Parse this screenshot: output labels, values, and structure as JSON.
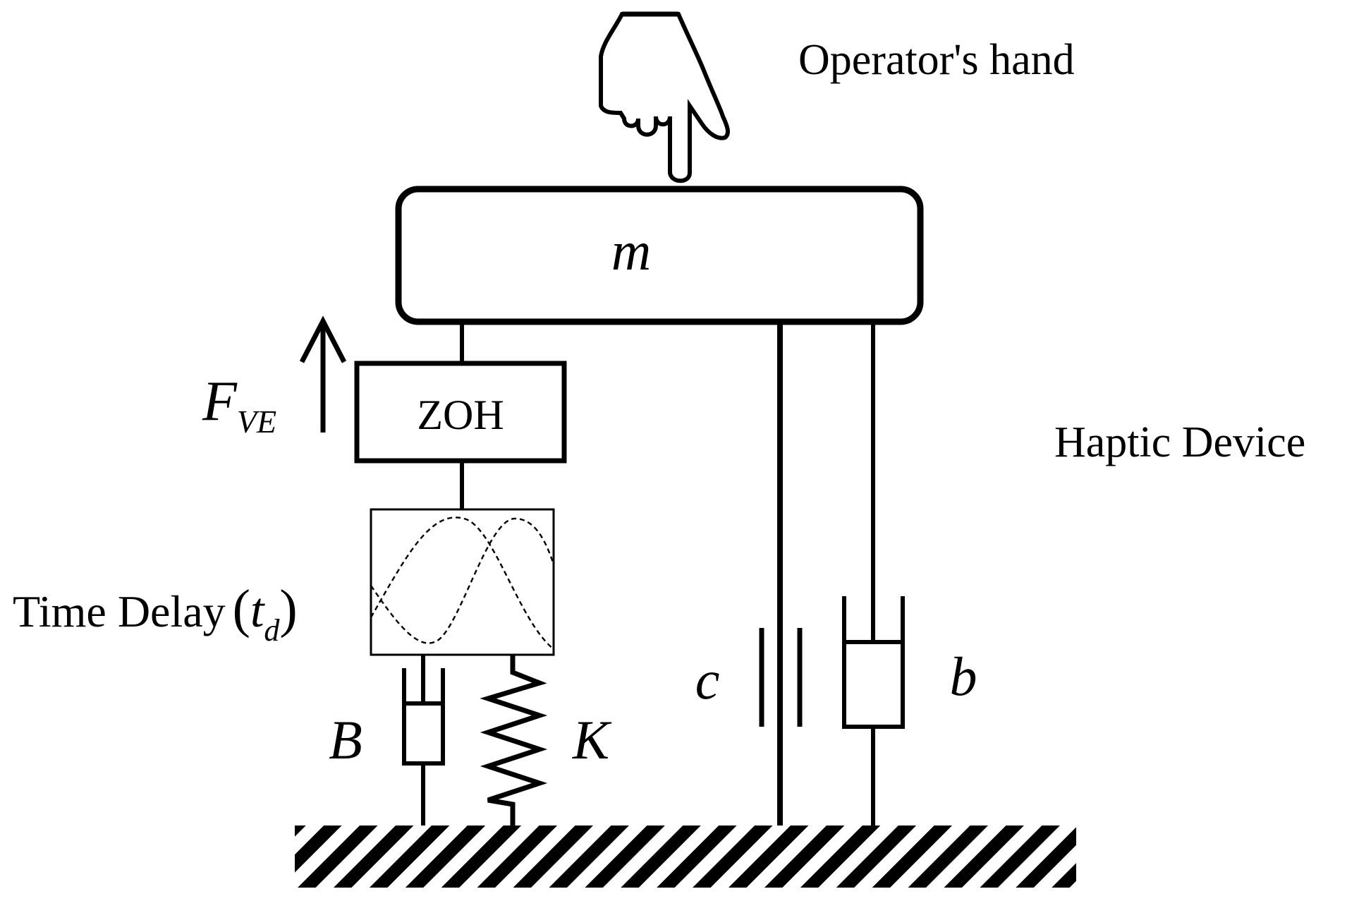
{
  "labels": {
    "operator_hand": "Operator's hand",
    "haptic_device": "Haptic Device",
    "mass": "m",
    "zoh": "ZOH",
    "force_main": "F",
    "force_sub": "VE",
    "time_delay": "Time Delay",
    "paren_open": "(",
    "delay_var": "t",
    "delay_sub": "d",
    "paren_close": ")",
    "damper_big_b": "B",
    "spring_k": "K",
    "compliance_c": "c",
    "damper_small_b": "b"
  },
  "colors": {
    "ink": "#000000",
    "background": "#ffffff"
  },
  "icons": {
    "hand": "pointing-hand-icon"
  }
}
